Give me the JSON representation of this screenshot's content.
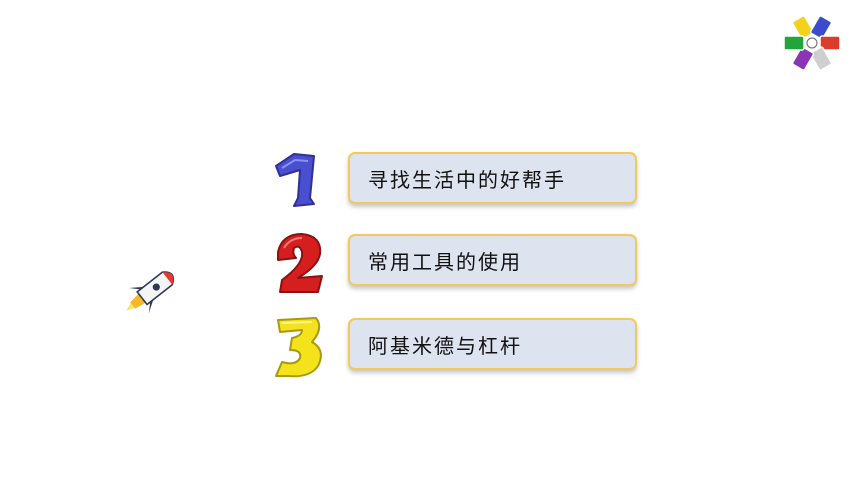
{
  "menu": {
    "items": [
      {
        "number": "1",
        "label": "寻找生活中的好帮手"
      },
      {
        "number": "2",
        "label": "常用工具的使用"
      },
      {
        "number": "3",
        "label": "阿基米德与杠杆"
      }
    ]
  },
  "colors": {
    "number_1": "#4a4fd0",
    "number_2": "#d51f1f",
    "number_3": "#f4e21a",
    "box_fill": "#dde3ef",
    "box_border": "#f2c95d"
  },
  "icons": {
    "logo": "colorful-flower-logo-icon",
    "decoration": "rocket-icon"
  }
}
